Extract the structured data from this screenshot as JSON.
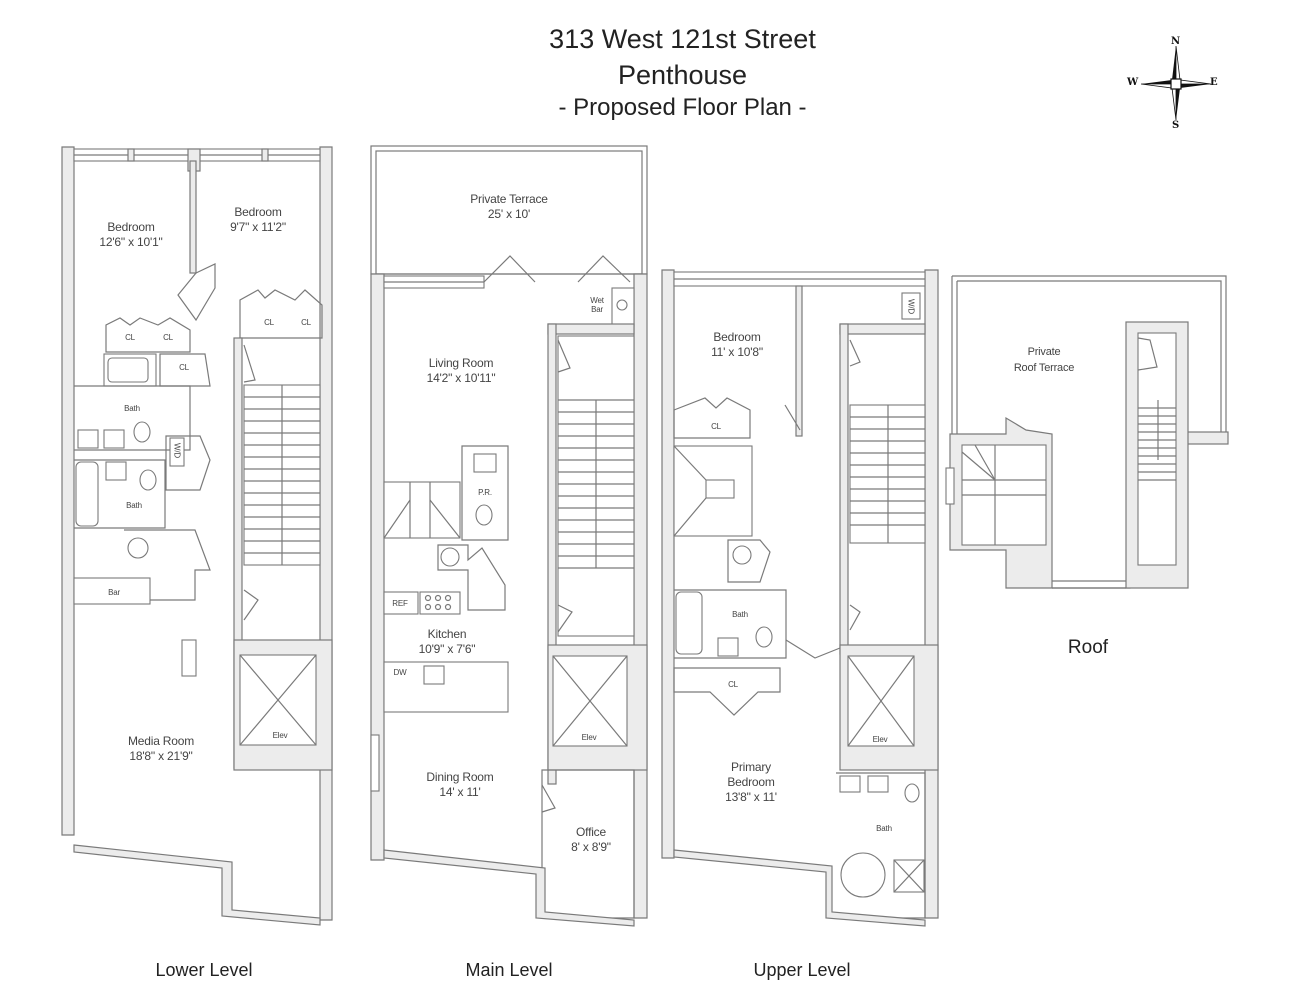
{
  "header": {
    "address": "313 West 121st Street",
    "unit": "Penthouse",
    "subtitle": "- Proposed Floor Plan -"
  },
  "compass": {
    "north": "N",
    "south": "S",
    "east": "E",
    "west": "W"
  },
  "levels": {
    "lower": {
      "name": "Lower Level",
      "rooms": {
        "bedroom_1": {
          "name": "Bedroom",
          "dims": "12'6\" x 10'1\""
        },
        "bedroom_2": {
          "name": "Bedroom",
          "dims": "9'7\" x 11'2\""
        },
        "bath_1": {
          "name": "Bath"
        },
        "bath_2": {
          "name": "Bath"
        },
        "bar": {
          "name": "Bar"
        },
        "media_room": {
          "name": "Media Room",
          "dims": "18'8\" x 21'9\""
        },
        "elevator": {
          "name": "Elev"
        },
        "closets": [
          "CL",
          "CL",
          "CL",
          "CL",
          "CL"
        ],
        "washer_dryer": "W/D"
      }
    },
    "main": {
      "name": "Main Level",
      "rooms": {
        "terrace": {
          "name": "Private Terrace",
          "dims": "25' x 10'"
        },
        "wet_bar": {
          "name": "Wet Bar"
        },
        "living_room": {
          "name": "Living Room",
          "dims": "14'2\" x 10'11\""
        },
        "powder_room": {
          "name": "P.R."
        },
        "kitchen": {
          "name": "Kitchen",
          "dims": "10'9\" x 7'6\""
        },
        "refrigerator": "REF",
        "dishwasher": "DW",
        "dining_room": {
          "name": "Dining Room",
          "dims": "14' x 11'"
        },
        "office": {
          "name": "Office",
          "dims": "8' x 8'9\""
        },
        "elevator": {
          "name": "Elev"
        }
      }
    },
    "upper": {
      "name": "Upper Level",
      "rooms": {
        "bedroom": {
          "name": "Bedroom",
          "dims": "11' x 10'8\""
        },
        "closet_1": "CL",
        "washer_dryer": "W/D",
        "bath_1": {
          "name": "Bath"
        },
        "closet_2": "CL",
        "primary_bedroom": {
          "name": "Primary Bedroom",
          "line1": "Primary",
          "line2": "Bedroom",
          "dims": "13'8\" x 11'"
        },
        "primary_bath": {
          "name": "Bath"
        },
        "elevator": {
          "name": "Elev"
        }
      }
    },
    "roof": {
      "name": "Roof",
      "rooms": {
        "roof_terrace": {
          "name": "Private Roof Terrace",
          "line1": "Private",
          "line2": "Roof Terrace"
        }
      }
    }
  },
  "colors": {
    "wall_fill": "#ececec",
    "wall_stroke": "#7a7a7a",
    "text": "#444444"
  }
}
